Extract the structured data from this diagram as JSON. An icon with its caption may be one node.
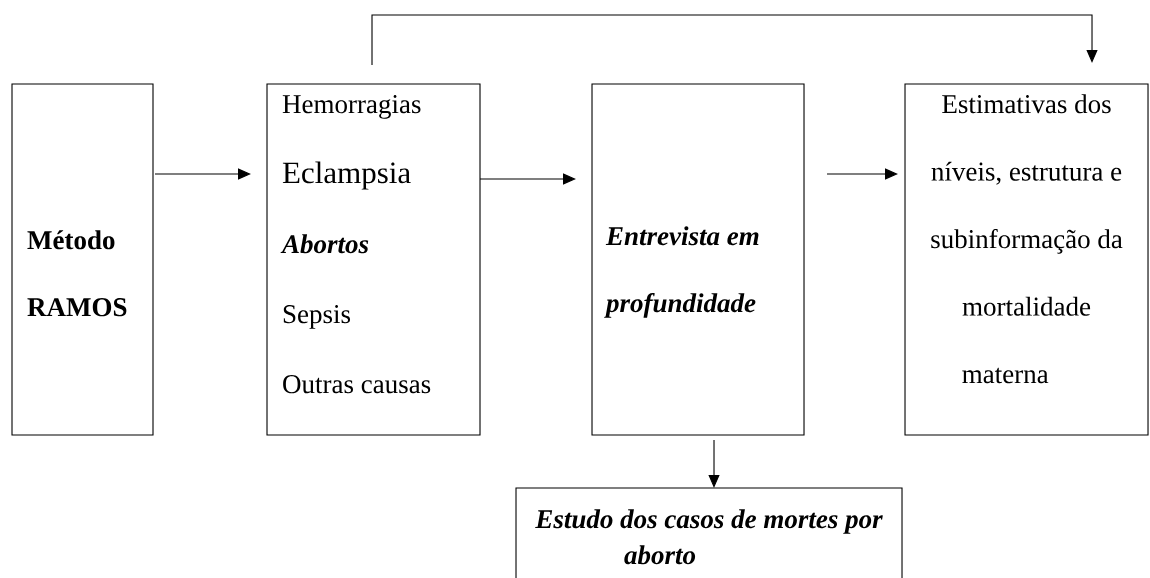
{
  "diagram": {
    "nodes": [
      {
        "text": [
          "Método RAMOS"
        ]
      },
      {
        "text": [
          "Hemorragias",
          "Eclampsia",
          "Abortos",
          "Sepsis",
          "Outras causas"
        ]
      },
      {
        "text": [
          "Entrevista em profundidade"
        ]
      },
      {
        "text": [
          "Estimativas dos níveis, estrutura e subinformação da mortalidade materna"
        ]
      },
      {
        "text": [
          "Estudo dos casos de mortes por aborto"
        ]
      }
    ],
    "edges": [
      {
        "from": 0,
        "to": 1,
        "arrow": "to"
      },
      {
        "from": 1,
        "to": 2,
        "arrow": "to"
      },
      {
        "from": 2,
        "to": 3,
        "arrow": "to"
      },
      {
        "from": 1,
        "to": 3,
        "arrow": "to"
      },
      {
        "from": 2,
        "to": 4,
        "arrow": "to"
      }
    ]
  }
}
